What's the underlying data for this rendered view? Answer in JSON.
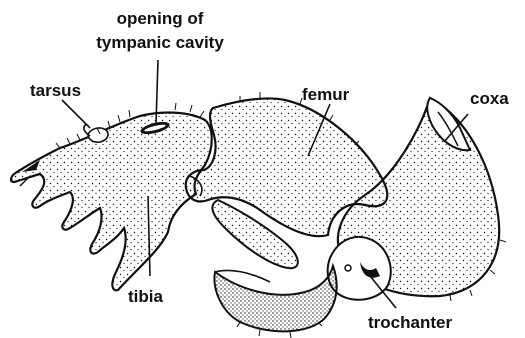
{
  "labels": {
    "opening_line1": "opening of",
    "opening_line2": "tympanic cavity",
    "tarsus": "tarsus",
    "femur": "femur",
    "coxa": "coxa",
    "tibia": "tibia",
    "trochanter": "trochanter"
  },
  "colors": {
    "ink": "#111111",
    "paper": "#ffffff"
  }
}
